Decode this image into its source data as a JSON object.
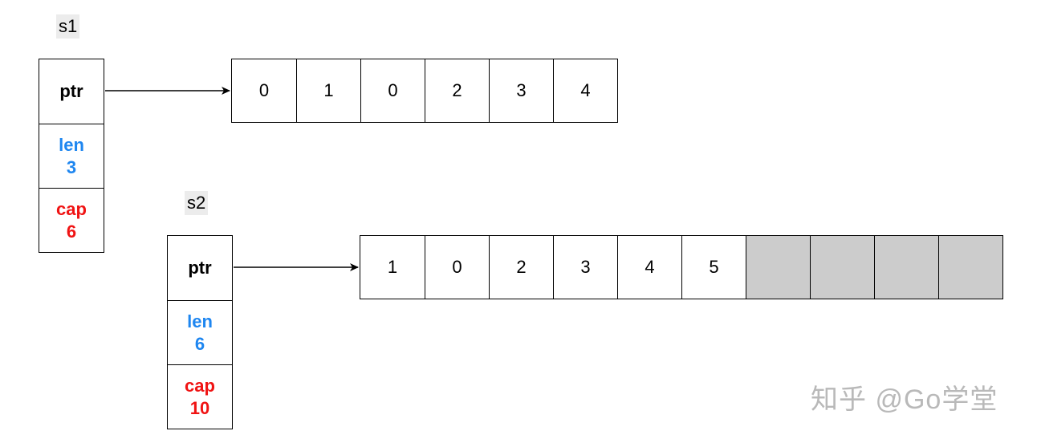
{
  "s1": {
    "name": "s1",
    "fields": {
      "ptr": "ptr",
      "len_label": "len",
      "len_value": "3",
      "cap_label": "cap",
      "cap_value": "6"
    },
    "array": [
      "0",
      "1",
      "0",
      "2",
      "3",
      "4"
    ]
  },
  "s2": {
    "name": "s2",
    "fields": {
      "ptr": "ptr",
      "len_label": "len",
      "len_value": "6",
      "cap_label": "cap",
      "cap_value": "10"
    },
    "array": [
      "1",
      "0",
      "2",
      "3",
      "4",
      "5",
      "",
      "",
      "",
      ""
    ]
  },
  "colors": {
    "len": "#1e86f0",
    "cap": "#f01313",
    "empty_cell": "#cccccc"
  },
  "watermark": "知乎 @Go学堂"
}
